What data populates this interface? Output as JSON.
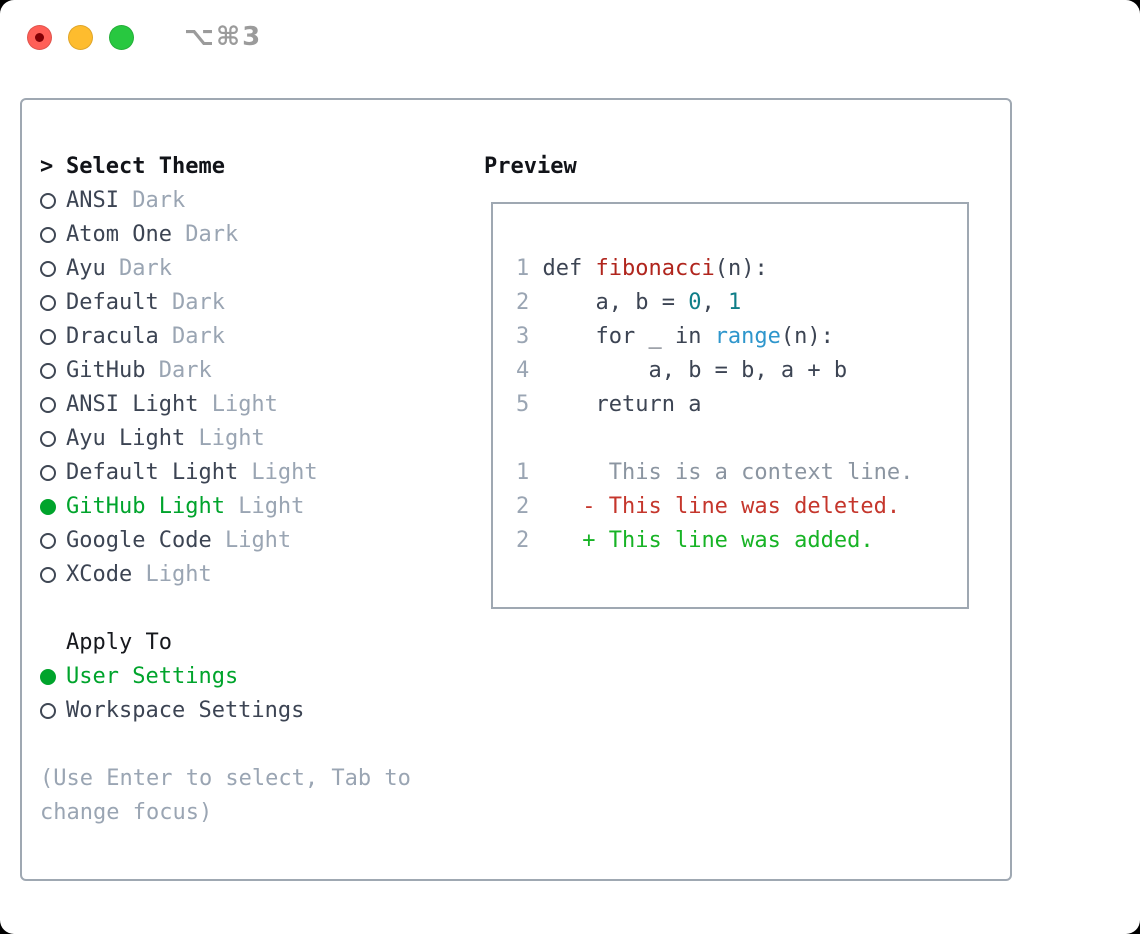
{
  "window": {
    "title": "⌥⌘3",
    "traffic_lights": [
      {
        "name": "close",
        "color": "#ff5f57",
        "inner_dot": "#820005"
      },
      {
        "name": "minimize",
        "color": "#febc2e",
        "inner_dot": null
      },
      {
        "name": "zoom",
        "color": "#28c840",
        "inner_dot": null
      }
    ]
  },
  "theme_list": {
    "prompt": ">",
    "header": "Select Theme",
    "items": [
      {
        "name": "ANSI",
        "variant": "Dark",
        "selected": false
      },
      {
        "name": "Atom One",
        "variant": "Dark",
        "selected": false
      },
      {
        "name": "Ayu",
        "variant": "Dark",
        "selected": false
      },
      {
        "name": "Default",
        "variant": "Dark",
        "selected": false
      },
      {
        "name": "Dracula",
        "variant": "Dark",
        "selected": false
      },
      {
        "name": "GitHub",
        "variant": "Dark",
        "selected": false
      },
      {
        "name": "ANSI Light",
        "variant": "Light",
        "selected": false
      },
      {
        "name": "Ayu Light",
        "variant": "Light",
        "selected": false
      },
      {
        "name": "Default Light",
        "variant": "Light",
        "selected": false
      },
      {
        "name": "GitHub Light",
        "variant": "Light",
        "selected": true
      },
      {
        "name": "Google Code",
        "variant": "Light",
        "selected": false
      },
      {
        "name": "XCode",
        "variant": "Light",
        "selected": false
      }
    ]
  },
  "apply_to": {
    "header": "Apply To",
    "options": [
      {
        "label": "User Settings",
        "selected": true
      },
      {
        "label": "Workspace Settings",
        "selected": false
      }
    ]
  },
  "help_text": [
    "(Use Enter to select, Tab to",
    "change focus)"
  ],
  "preview": {
    "header": "Preview",
    "lines": [
      {
        "segments": [
          [
            "1 ",
            "num"
          ],
          [
            "def ",
            "code"
          ],
          [
            "fibonacci",
            "func"
          ],
          [
            "(n):",
            "code"
          ]
        ]
      },
      {
        "segments": [
          [
            "2 ",
            "num"
          ],
          [
            "    a, b = ",
            "code"
          ],
          [
            "0",
            "numlit"
          ],
          [
            ", ",
            "code"
          ],
          [
            "1",
            "numlit"
          ]
        ]
      },
      {
        "segments": [
          [
            "3 ",
            "num"
          ],
          [
            "    for _ in ",
            "code"
          ],
          [
            "range",
            "builtin"
          ],
          [
            "(n):",
            "code"
          ]
        ]
      },
      {
        "segments": [
          [
            "4 ",
            "num"
          ],
          [
            "        a, b = b, a + b",
            "code"
          ]
        ]
      },
      {
        "segments": [
          [
            "5 ",
            "num"
          ],
          [
            "    return a",
            "code"
          ]
        ]
      },
      {
        "segments": []
      },
      {
        "segments": [
          [
            "1",
            "num"
          ],
          [
            "      This is a context line.",
            "context"
          ]
        ]
      },
      {
        "segments": [
          [
            "2",
            "num"
          ],
          [
            "    ",
            "code"
          ],
          [
            "- This line was deleted.",
            "deleted"
          ]
        ]
      },
      {
        "segments": [
          [
            "2",
            "num"
          ],
          [
            "    ",
            "code"
          ],
          [
            "+ This line was added.",
            "added"
          ]
        ]
      }
    ]
  },
  "colors": {
    "code": "#3c4453",
    "num": "#9aa5b3",
    "func": "#b0251d",
    "numlit": "#0f7e88",
    "builtin": "#2e96cc",
    "context": "#8b95a1",
    "deleted": "#c5362c",
    "added": "#17b325",
    "selected_green": "#00a42c",
    "panel_border": "#9fa8b2"
  }
}
